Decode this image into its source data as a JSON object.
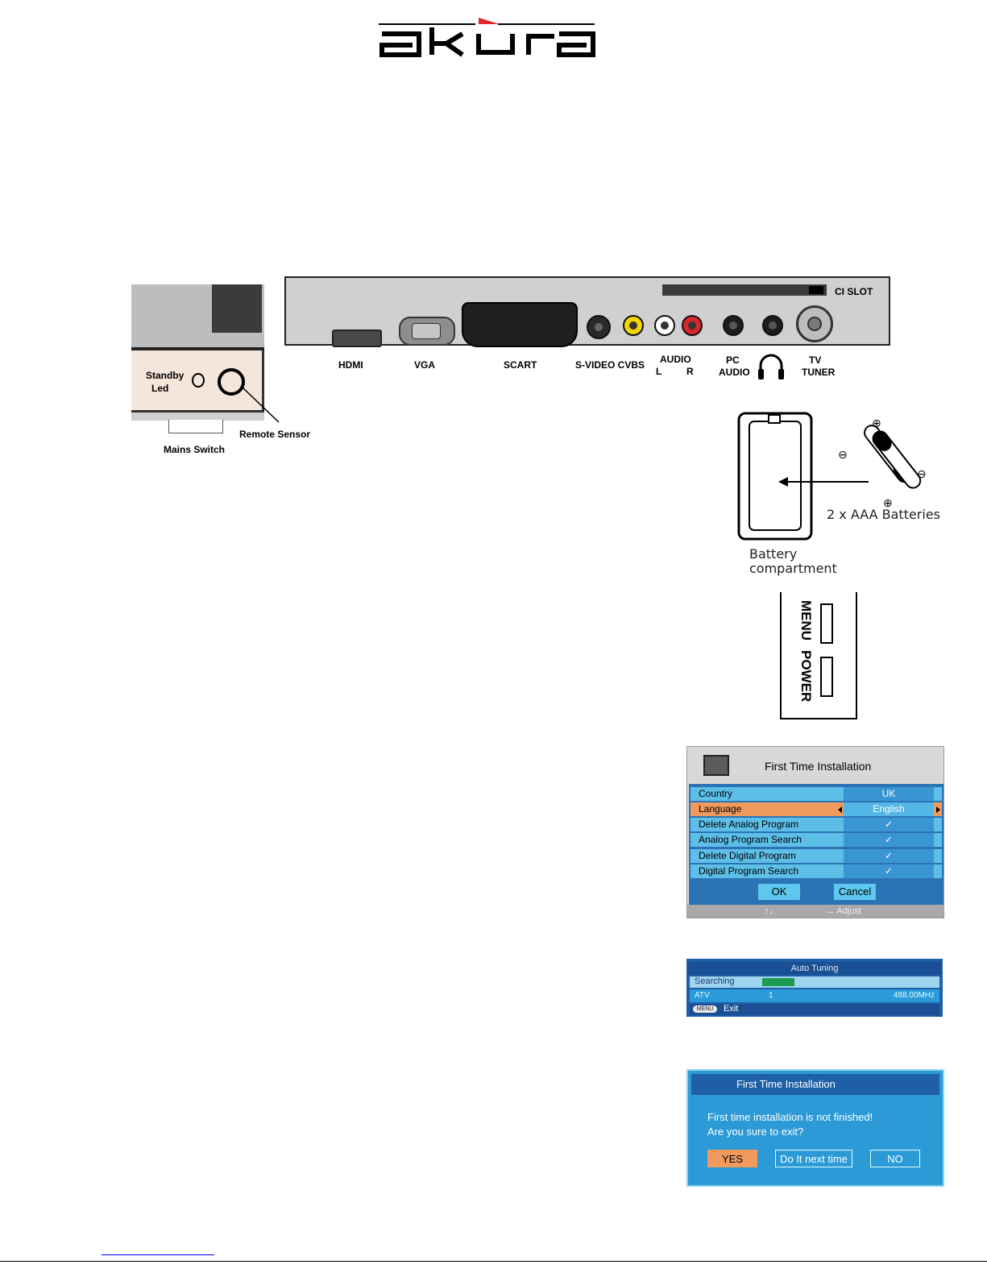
{
  "brand": {
    "logo_text": "akura",
    "accent_color": "#e0262c"
  },
  "front_panel": {
    "standby_label_1": "Standby",
    "standby_label_2": "Led",
    "remote_sensor": "Remote Sensor",
    "mains_switch": "Mains Switch"
  },
  "rear_panel": {
    "ci_slot": "CI SLOT",
    "hdmi": "HDMI",
    "vga": "VGA",
    "scart": "SCART",
    "svideo_cvbs": "S-VIDEO CVBS",
    "audio": "AUDIO",
    "audio_l": "L",
    "audio_r": "R",
    "pc": "PC",
    "pc_audio": "AUDIO",
    "tv": "TV",
    "tuner": "TUNER"
  },
  "battery": {
    "batteries": "2 x AAA Batteries",
    "compartment_1": "Battery",
    "compartment_2": "compartment"
  },
  "side_keys": {
    "menu": "MENU",
    "power": "POWER"
  },
  "first_time_installation": {
    "title": "First Time Installation",
    "rows": [
      {
        "label": "Country",
        "value": "UK"
      },
      {
        "label": "Language",
        "value": "English"
      },
      {
        "label": "Delete Analog Program",
        "value": "✓"
      },
      {
        "label": "Analog Program Search",
        "value": "✓"
      },
      {
        "label": "Delete Digital Program",
        "value": "✓"
      },
      {
        "label": "Digital Program Search",
        "value": "✓"
      }
    ],
    "ok": "OK",
    "cancel": "Cancel",
    "footer_nav": "↑↓",
    "footer_adjust": "↔ Adjust"
  },
  "auto_tuning": {
    "title": "Auto Tuning",
    "searching": "Searching",
    "progress": 0.18,
    "atv": "ATV",
    "channel": "1",
    "frequency": "488.00MHz",
    "menu_key": "MENU",
    "exit": "Exit"
  },
  "exit_dialog": {
    "title": "First Time Installation",
    "line1": "First time installation is not finished!",
    "line2": "Are you sure to exit?",
    "yes": "YES",
    "later": "Do It next time",
    "no": "NO"
  }
}
